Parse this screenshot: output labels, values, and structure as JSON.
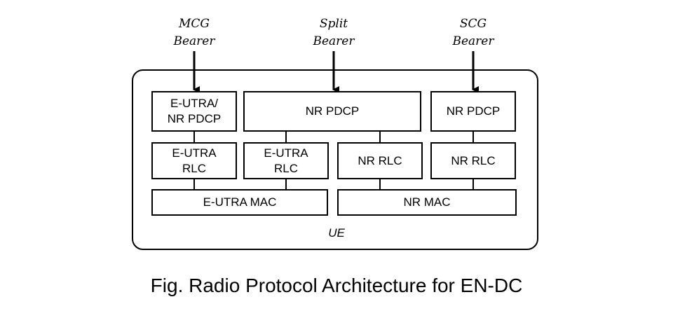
{
  "bearers": {
    "mcg": [
      "MCG",
      "Bearer"
    ],
    "split": [
      "Split",
      "Bearer"
    ],
    "scg": [
      "SCG",
      "Bearer"
    ]
  },
  "blocks": {
    "mcg_pdcp": [
      "E-UTRA/",
      "NR PDCP"
    ],
    "split_pdcp": [
      "NR PDCP"
    ],
    "scg_pdcp": [
      "NR PDCP"
    ],
    "mcg_rlc": [
      "E-UTRA",
      "RLC"
    ],
    "split_eutra_rlc": [
      "E-UTRA",
      "RLC"
    ],
    "split_nr_rlc": [
      "NR RLC"
    ],
    "scg_rlc": [
      "NR RLC"
    ],
    "eutra_mac": [
      "E-UTRA MAC"
    ],
    "nr_mac": [
      "NR MAC"
    ]
  },
  "ue_label": "UE",
  "caption": "Fig. Radio Protocol Architecture for EN-DC"
}
